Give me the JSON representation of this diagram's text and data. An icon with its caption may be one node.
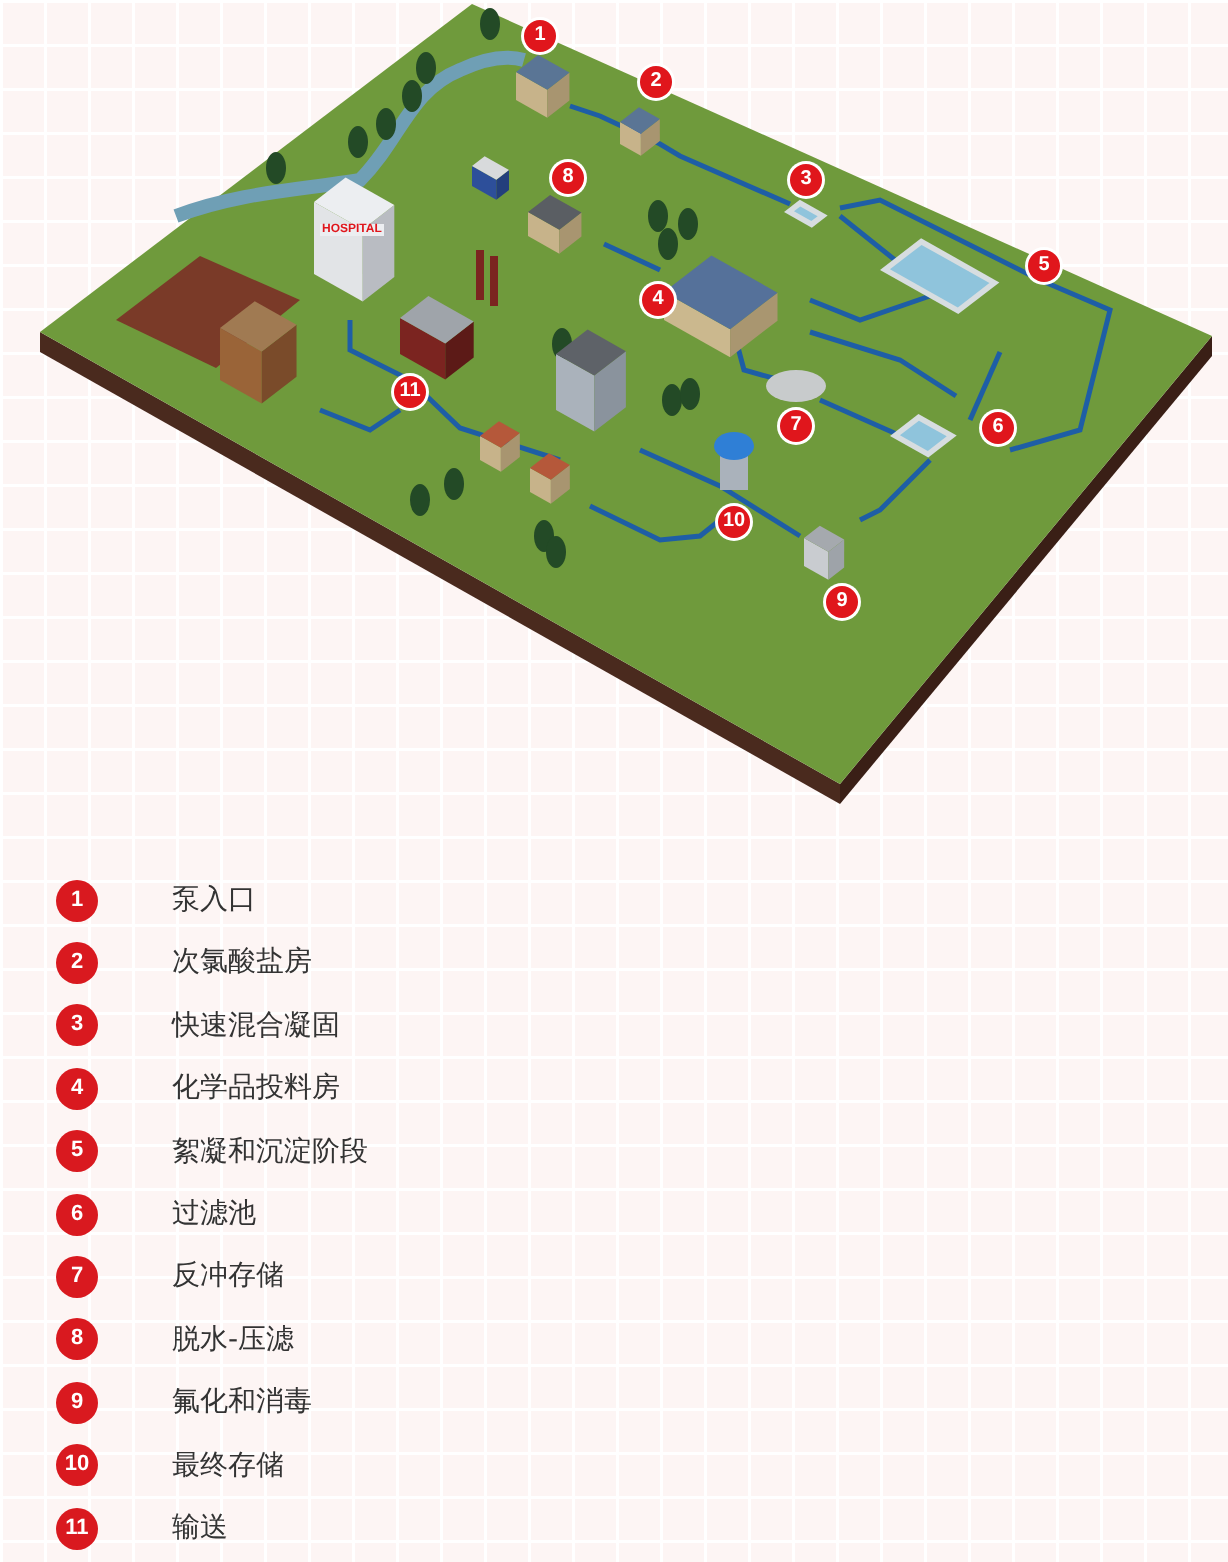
{
  "diagram": {
    "nodes": [
      {
        "text": [
          "1"
        ],
        "beside": [
          "泵入口"
        ]
      },
      {
        "text": [
          "2"
        ],
        "beside": [
          "次氯酸盐房"
        ]
      },
      {
        "text": [
          "3"
        ],
        "beside": [
          "快速混合凝固"
        ]
      },
      {
        "text": [
          "4"
        ],
        "beside": [
          "化学品投料房"
        ]
      },
      {
        "text": [
          "5"
        ],
        "beside": [
          "絮凝和沉淀阶段"
        ]
      },
      {
        "text": [
          "6"
        ],
        "beside": [
          "过滤池"
        ]
      },
      {
        "text": [
          "7"
        ],
        "beside": [
          "反冲存储"
        ]
      },
      {
        "text": [
          "8"
        ],
        "beside": [
          "脱水-压滤"
        ]
      },
      {
        "text": [
          "9"
        ],
        "beside": [
          "氟化和消毒"
        ]
      },
      {
        "text": [
          "10"
        ],
        "beside": [
          "最终存储"
        ]
      },
      {
        "text": [
          "11"
        ],
        "beside": [
          "输送"
        ]
      }
    ],
    "edges": [],
    "labels": [
      "1",
      "2",
      "8",
      "3",
      "HOSPITAL",
      "5",
      "4",
      "11",
      "7",
      "6",
      "10",
      "9"
    ]
  }
}
